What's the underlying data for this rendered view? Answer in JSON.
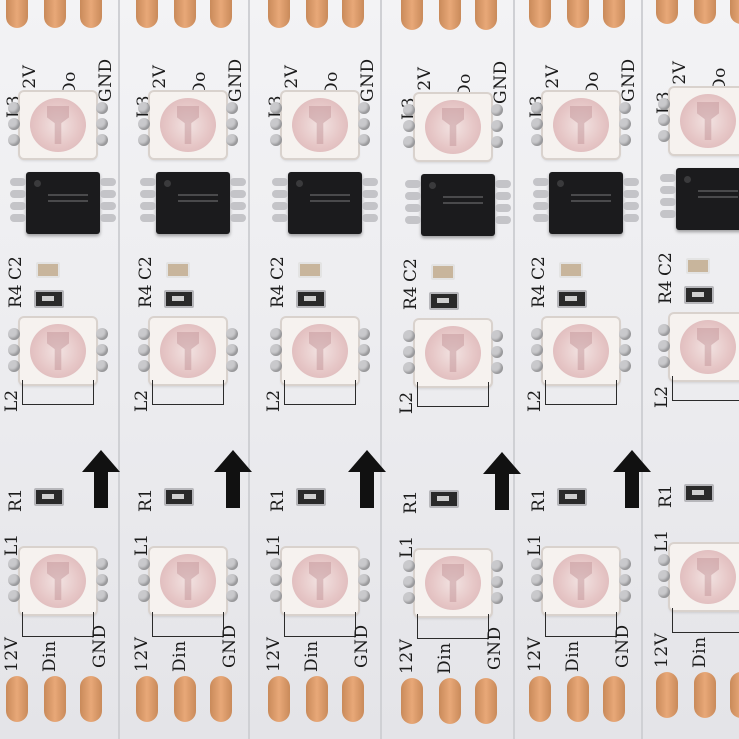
{
  "board": {
    "top_labels": {
      "l3": "L3",
      "v12": "12V",
      "do": "Do",
      "gnd": "GND"
    },
    "mid_labels": {
      "r4": "R4",
      "c2": "C2",
      "l2": "L2"
    },
    "low_labels": {
      "r1": "R1",
      "l1": "L1"
    },
    "bottom_labels": {
      "v12": "12V",
      "din": "Din",
      "gnd": "GND"
    }
  }
}
